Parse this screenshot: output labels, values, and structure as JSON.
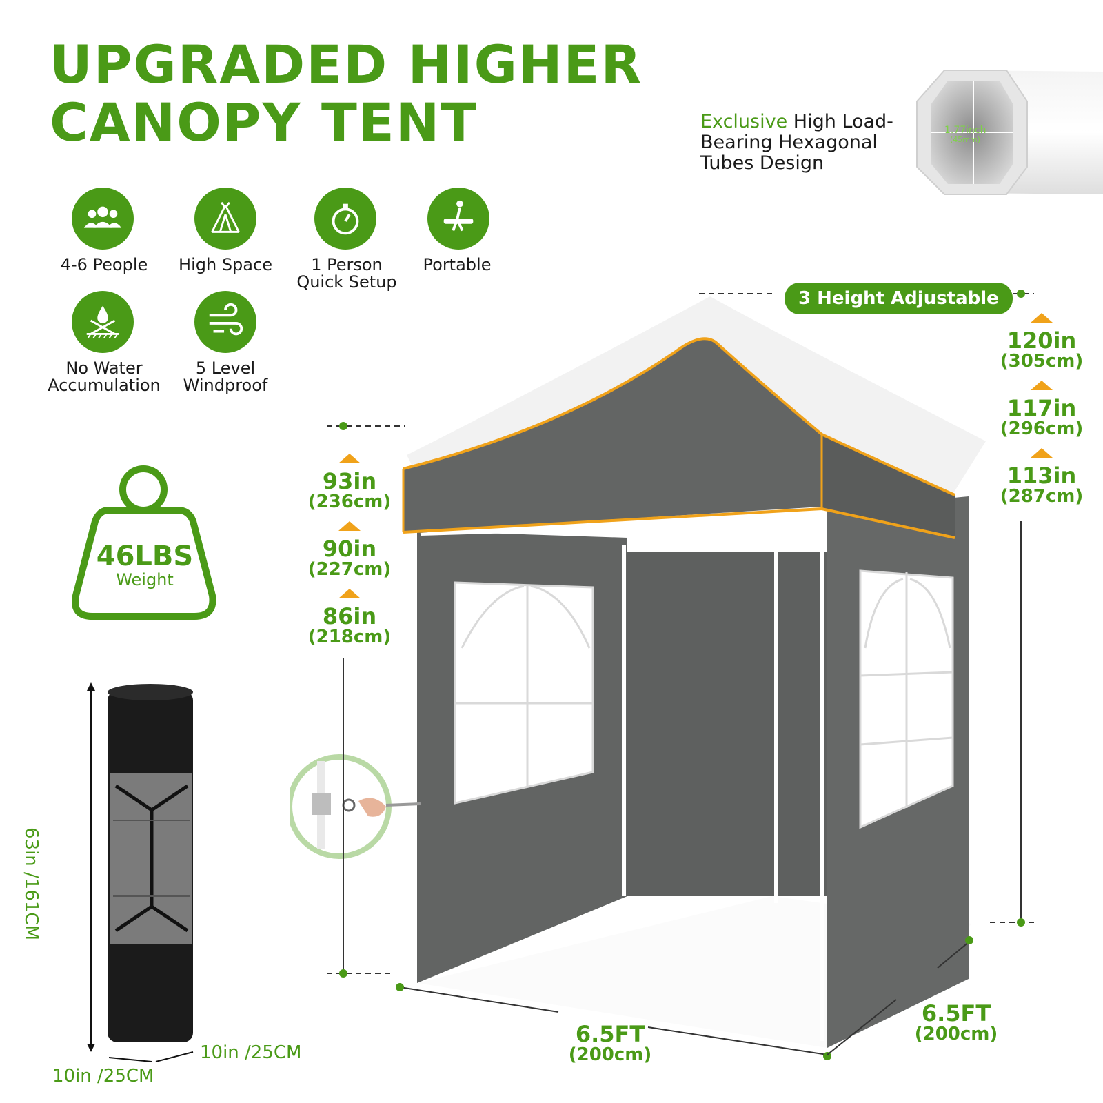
{
  "title": {
    "line1": "UPGRADED HIGHER",
    "line2": "CANOPY TENT"
  },
  "hex_feature": {
    "highlight": "Exclusive",
    "rest_line1": " High Load-",
    "line2": "Bearing Hexagonal",
    "line3": "Tubes Design",
    "tube_inch": "1.77inch",
    "tube_mm": "(45mm)"
  },
  "features": [
    {
      "icon": "people-icon",
      "label": "4-6 People"
    },
    {
      "icon": "tent-icon",
      "label": "High Space"
    },
    {
      "icon": "stopwatch-icon",
      "label_line1": "1 Person",
      "label_line2": "Quick Setup"
    },
    {
      "icon": "carry-person-icon",
      "label": "Portable"
    },
    {
      "icon": "water-drop-icon",
      "label_line1": "No Water",
      "label_line2": "Accumulation"
    },
    {
      "icon": "wind-icon",
      "label_line1": "5 Level",
      "label_line2": "Windproof"
    }
  ],
  "weight": {
    "value": "46LBS",
    "label": "Weight"
  },
  "bag": {
    "height": "63in /161CM",
    "depth": "10in /25CM",
    "width": "10in /25CM"
  },
  "leg_heights": [
    {
      "value": "93in",
      "sub": "(236cm)"
    },
    {
      "value": "90in",
      "sub": "(227cm)"
    },
    {
      "value": "86in",
      "sub": "(218cm)"
    }
  ],
  "peak_heights": [
    {
      "value": "120in",
      "sub": "(305cm)"
    },
    {
      "value": "117in",
      "sub": "(296cm)"
    },
    {
      "value": "113in",
      "sub": "(287cm)"
    }
  ],
  "height_pill": "3 Height Adjustable",
  "width_dim": {
    "value": "6.5FT",
    "sub": "(200cm)"
  },
  "depth_dim": {
    "value": "6.5FT",
    "sub": "(200cm)"
  },
  "colors": {
    "green": "#4a9a17",
    "orange": "#f0a21a",
    "tent_gray": "#636564"
  }
}
